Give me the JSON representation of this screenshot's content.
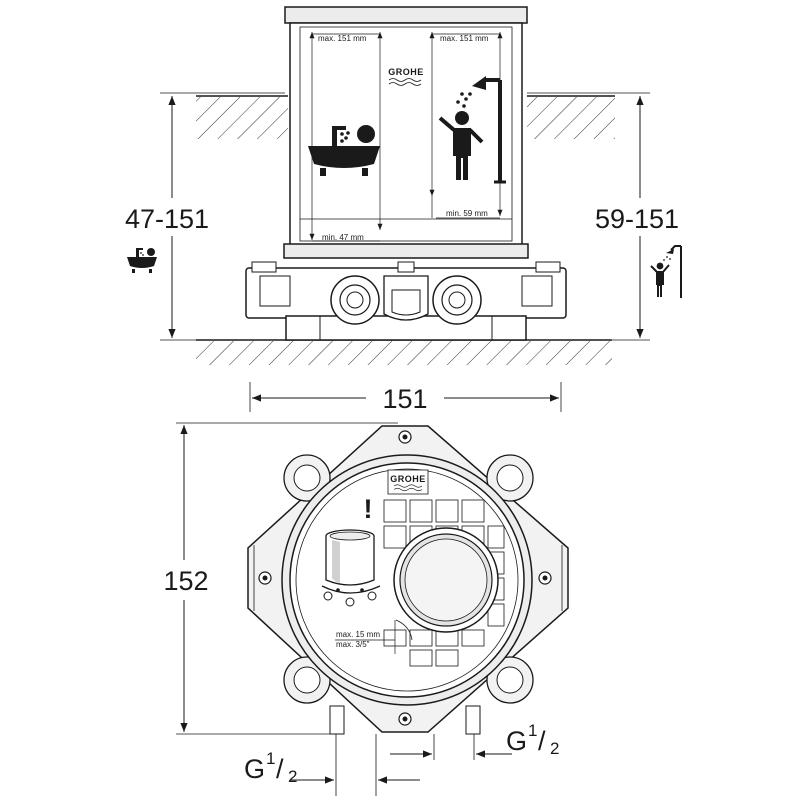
{
  "brand": "GROHE",
  "colors": {
    "line": "#1a1a1a",
    "fill_light": "#ededed",
    "fill_mid": "#d9d9d9",
    "background": "#ffffff"
  },
  "side_view": {
    "left_dimension": "47-151",
    "right_dimension": "59-151",
    "box_labels": {
      "max_left": "max. 151 mm",
      "max_right": "max. 151 mm",
      "min_left": "min. 47 mm",
      "min_right": "min. 59 mm"
    },
    "left_icon": "bathtub-icon",
    "right_icon": "shower-person-icon"
  },
  "top_view": {
    "width_dimension": "151",
    "height_dimension": "152",
    "warning_mark": "!",
    "depth_labels": [
      "max. 15 mm",
      "max. 3/5\""
    ],
    "connection_left": {
      "prefix": "G",
      "numerator": "1",
      "denominator": "2"
    },
    "connection_right": {
      "prefix": "G",
      "numerator": "1",
      "denominator": "2"
    }
  }
}
